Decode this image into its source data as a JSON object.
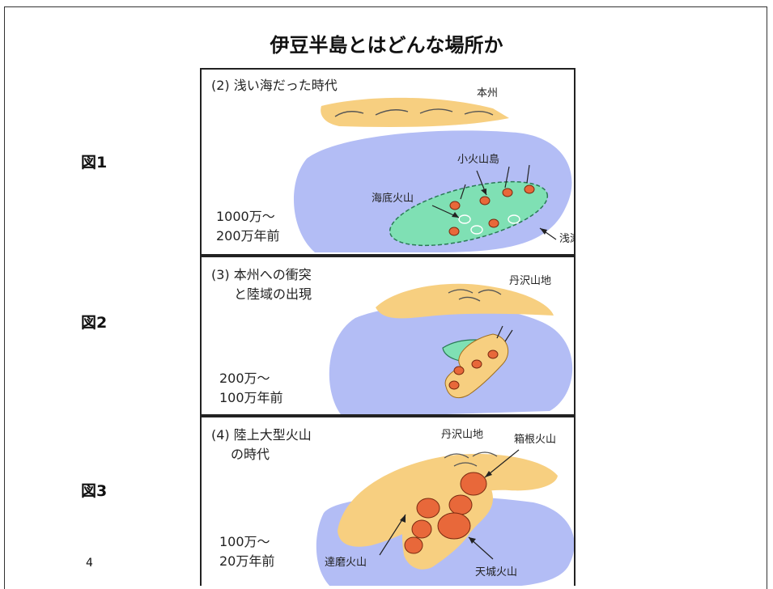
{
  "slide": {
    "title": "伊豆半島とはどんな場所か",
    "page_number": "4",
    "figure_labels": [
      "図1",
      "図2",
      "図3"
    ]
  },
  "panels": [
    {
      "heading": "(2) 浅い海だった時代",
      "period_line1": "1000万〜",
      "period_line2": "200万年前",
      "labels": {
        "honshu": "本州",
        "small_volcanic_island": "小火山島",
        "submarine_volcano": "海底火山",
        "shoal": "浅瀬"
      }
    },
    {
      "heading_line1": "(3) 本州への衝突",
      "heading_line2": "と陸域の出現",
      "period_line1": "200万〜",
      "period_line2": "100万年前",
      "labels": {
        "tanzawa": "丹沢山地"
      }
    },
    {
      "heading_line1": "(4) 陸上大型火山",
      "heading_line2": "の時代",
      "period_line1": "100万〜",
      "period_line2": "20万年前",
      "labels": {
        "tanzawa": "丹沢山地",
        "hakone": "箱根火山",
        "daruma": "達磨火山",
        "amagi": "天城火山"
      }
    }
  ],
  "colors": {
    "sea": "#b3bdf5",
    "land": "#f7cf80",
    "shoal": "#7fe0b4",
    "volcano": "#e8683a"
  }
}
